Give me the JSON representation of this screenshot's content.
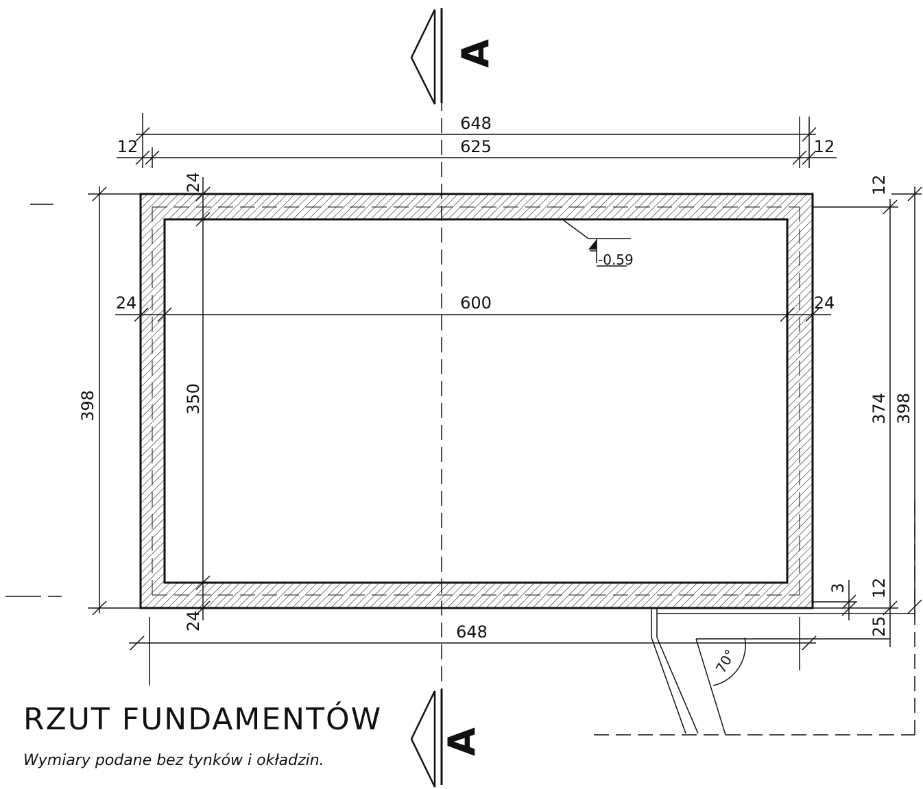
{
  "drawing": {
    "title": "RZUT FUNDAMENTÓW",
    "note": "Wymiary podane bez tynków i okładzin.",
    "section_mark": "A",
    "elevation": "-0.59",
    "angle": "70°"
  },
  "dimensions": {
    "top_overall": "648",
    "top_inner": "625",
    "top_left_offset": "12",
    "top_right_offset": "12",
    "inner_width": "600",
    "wall_left": "24",
    "wall_right": "24",
    "wall_top": "24",
    "wall_bottom": "24",
    "bottom_overall": "648",
    "left_overall": "398",
    "inner_height": "350",
    "right_inner": "374",
    "right_overall": "398",
    "right_top_offset": "12",
    "right_bottom_offset": "12",
    "step_3": "3",
    "step_25": "25"
  },
  "colors": {
    "ink": "#111111",
    "background": "#ffffff"
  }
}
